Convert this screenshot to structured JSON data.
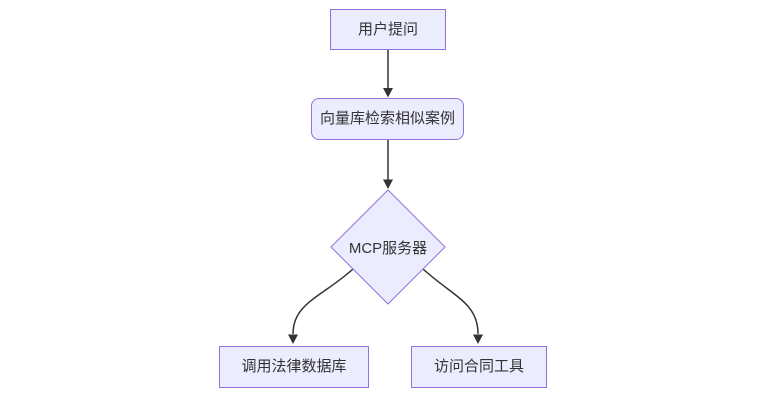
{
  "diagram": {
    "type": "flowchart-top-down",
    "colors": {
      "background": "#ffffff",
      "node_fill": "#ECECFF",
      "node_border": "#9370DB",
      "edge_color": "#333333",
      "text_color": "#333333"
    },
    "nodes": [
      {
        "id": "user-question",
        "shape": "rectangle",
        "label": "用户提问"
      },
      {
        "id": "vector-search",
        "shape": "rounded-rectangle",
        "label": "向量库检索相似案例"
      },
      {
        "id": "mcp-server",
        "shape": "diamond",
        "label": "MCP服务器"
      },
      {
        "id": "legal-database",
        "shape": "rectangle",
        "label": "调用法律数据库"
      },
      {
        "id": "contract-tool",
        "shape": "rectangle",
        "label": "访问合同工具"
      }
    ],
    "edges": [
      {
        "from": "user-question",
        "to": "vector-search",
        "style": "arrow"
      },
      {
        "from": "vector-search",
        "to": "mcp-server",
        "style": "arrow"
      },
      {
        "from": "mcp-server",
        "to": "legal-database",
        "style": "arrow"
      },
      {
        "from": "mcp-server",
        "to": "contract-tool",
        "style": "arrow"
      }
    ]
  }
}
